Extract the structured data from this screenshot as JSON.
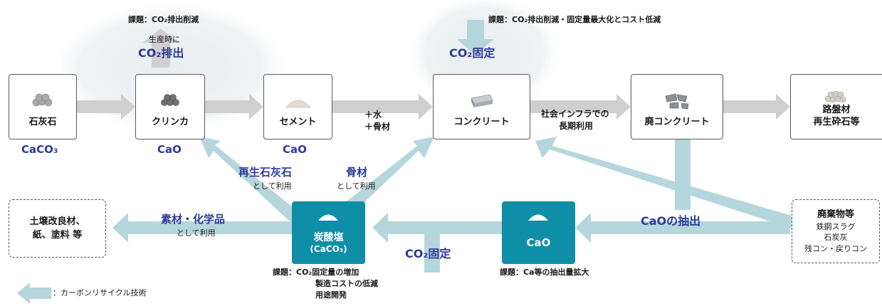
{
  "colors": {
    "arrow_gray": "#cfcfcf",
    "arrow_teal": "#b5d6dc",
    "box_teal": "#0e8ea7",
    "label_blue": "#2d3a96",
    "glow": "#edf1f2"
  },
  "top_flow": {
    "limestone": {
      "label": "石灰石",
      "formula": "CaCO₃"
    },
    "clinker": {
      "label": "クリンカ",
      "formula": "CaO"
    },
    "cement": {
      "label": "セメント",
      "formula": "CaO"
    },
    "water_aggregate": [
      "＋水",
      "＋骨材"
    ],
    "concrete": {
      "label": "コンクリート"
    },
    "infra_use": [
      "社会インフラでの",
      "長期利用"
    ],
    "waste_concrete": {
      "label": "廃コンクリート"
    },
    "roadbed": {
      "label": [
        "路盤材",
        "再生砕石等"
      ]
    }
  },
  "issues": {
    "clinker": "課題：CO₂排出削減",
    "concrete": "課題：CO₂排出削減・固定量最大化とコスト低減",
    "carbonate": [
      "課題：CO₂固定量の増加",
      "製造コストの低減",
      "用途開発"
    ],
    "cao": "課題：Ca等の抽出量拡大"
  },
  "emission": {
    "note": "生産時に",
    "label": "CO₂排出"
  },
  "fixation_top": "CO₂固定",
  "bottom_flow": {
    "soil_box": [
      "土壌改良材、",
      "紙、塗料 等"
    ],
    "materials": {
      "label": "素材・化学品",
      "note": "として利用"
    },
    "carbonate_box": [
      "炭酸塩",
      "(CaCO₃)"
    ],
    "fixation_bottom": "CO₂固定",
    "cao_box": "CaO",
    "extraction": "CaOの抽出",
    "waste_box": {
      "title": "廃棄物等",
      "items": [
        "鉄鋼スラグ",
        "石炭灰",
        "残コン・戻りコン"
      ]
    },
    "recycled_limestone": {
      "label": "再生石灰石",
      "note": "として利用"
    },
    "aggregate": {
      "label": "骨材",
      "note": "として利用"
    }
  },
  "legend": "：カーボンリサイクル技術"
}
